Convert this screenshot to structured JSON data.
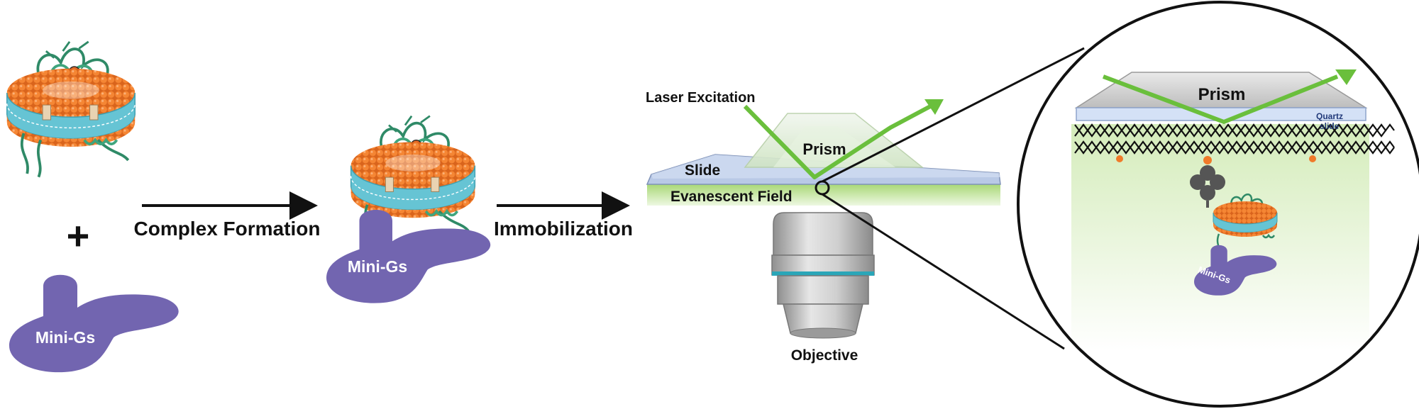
{
  "labels": {
    "plus": "+",
    "complex_formation": "Complex Formation",
    "immobilization": "Immobilization",
    "laser_excitation": "Laser Excitation",
    "prism": "Prism",
    "slide": "Slide",
    "evanescent_field": "Evanescent Field",
    "objective": "Objective",
    "quartz_line1": "Quartz",
    "quartz_line2": "slide",
    "mini_gs": "Mini-Gs"
  },
  "colors": {
    "nanodisc_lipid": "#f07a2a",
    "nanodisc_belt": "#66c4d4",
    "receptor": "#2f8a67",
    "ligand": "#e46a2a",
    "mini_gs": "#7265b0",
    "laser": "#6abf3c",
    "evanescent": "#b6e08a",
    "slide": "#b9c9e6",
    "prism_glass": "#dce9d6",
    "objective": "#b5b5b5",
    "objective_band": "#2aa6b8",
    "lipid_bilayer": "#111111",
    "tether": "#555555"
  },
  "icons": [
    "nanodisc-receptor-complex",
    "mini-gs-protein",
    "plus-icon",
    "arrow-right-icon",
    "prism",
    "objective-lens",
    "magnifier-circle",
    "lipid-bilayer",
    "streptavidin-tether"
  ]
}
